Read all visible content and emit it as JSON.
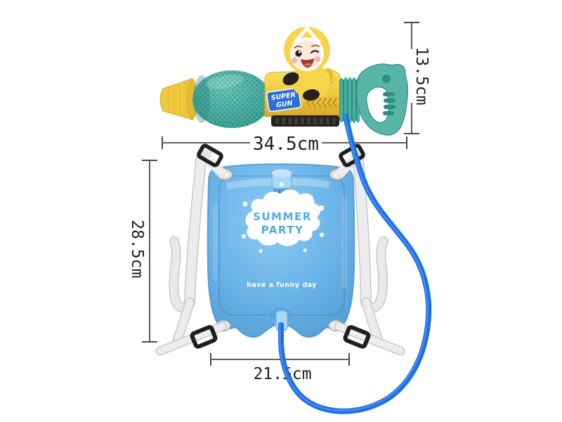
{
  "annotations": {
    "gun_height": "13.5cm",
    "gun_length": "34.5cm",
    "tank_height": "28.5cm",
    "tank_width": "21.5cm"
  },
  "gun": {
    "badge": {
      "line1": "SUPER",
      "line2": "GUN"
    }
  },
  "tank": {
    "logo": {
      "line1": "SUMMER",
      "line2": "PARTY"
    },
    "tagline": "have a funny day"
  },
  "colors": {
    "teal": "#4bb0a3",
    "teal_dark": "#2f8e82",
    "yellow": "#f4cf44",
    "yellow_dark": "#d9ad2b",
    "tank_blue": "#64aee3",
    "tank_blue_light": "#8dcbf4",
    "tank_blue_dark": "#3f8cc8",
    "cap_blue": "#a9d9f6",
    "tube_blue": "#1e6fe3",
    "strap": "#ececec",
    "strap_shadow": "#c6c6c6",
    "buckle": "#1f1f1f",
    "line": "#4a4a4a",
    "text": "#1e1e1e",
    "logo_blue": "#55a9e3",
    "badge_blue": "#2e6fd6"
  }
}
